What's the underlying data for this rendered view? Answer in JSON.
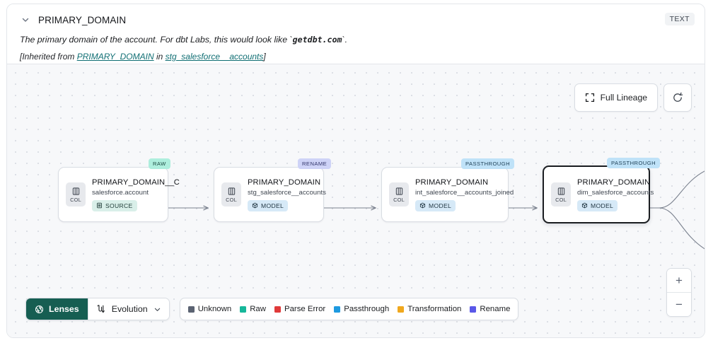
{
  "header": {
    "chevron_icon": "chevron-down-icon",
    "title": "PRIMARY_DOMAIN",
    "type_badge": "TEXT",
    "description_prefix": "The primary domain of the account. For dbt Labs, this would look like `",
    "description_code": "getdbt.com",
    "description_suffix": "`.",
    "inherited_open": "[Inherited from ",
    "inherited_link": "PRIMARY_DOMAIN",
    "inherited_mid": " in ",
    "inherited_source": "stg_salesforce__accounts",
    "inherited_close": "]"
  },
  "canvas": {
    "full_lineage_label": "Full Lineage",
    "full_lineage_icon": "expand-icon",
    "refresh_icon": "refresh-icon",
    "zoom_in_label": "+",
    "zoom_out_label": "−"
  },
  "nodes": [
    {
      "tag": "RAW",
      "tag_class": "tag-raw",
      "col_label": "COL",
      "col_icon": "column-icon",
      "title": "PRIMARY_DOMAIN__C",
      "subtitle": "salesforce.account",
      "kind": "SOURCE",
      "kind_icon": "database-icon",
      "kind_class": "kind-source",
      "selected": false
    },
    {
      "tag": "RENAME",
      "tag_class": "tag-rename",
      "col_label": "COL",
      "col_icon": "column-icon",
      "title": "PRIMARY_DOMAIN",
      "subtitle": "stg_salesforce__accounts",
      "kind": "MODEL",
      "kind_icon": "cube-icon",
      "kind_class": "kind-model",
      "selected": false
    },
    {
      "tag": "PASSTHROUGH",
      "tag_class": "tag-passthrough",
      "col_label": "COL",
      "col_icon": "column-icon",
      "title": "PRIMARY_DOMAIN",
      "subtitle": "int_salesforce__accounts_joined",
      "kind": "MODEL",
      "kind_icon": "cube-icon",
      "kind_class": "kind-model",
      "selected": false
    },
    {
      "tag": "PASSTHROUGH",
      "tag_class": "tag-passthrough",
      "col_label": "COL",
      "col_icon": "column-icon",
      "title": "PRIMARY_DOMAIN",
      "subtitle": "dim_salesforce_accounts",
      "kind": "MODEL",
      "kind_icon": "cube-icon",
      "kind_class": "kind-model",
      "selected": true
    }
  ],
  "toolbar": {
    "lenses_label": "Lenses",
    "lenses_icon": "aperture-icon",
    "evolution_label": "Evolution",
    "evolution_icon": "evolution-icon",
    "evolution_chevron": "chevron-down-icon"
  },
  "legend": [
    {
      "label": "Unknown",
      "color": "#5b6372"
    },
    {
      "label": "Raw",
      "color": "#16b79a"
    },
    {
      "label": "Parse Error",
      "color": "#e03a3a"
    },
    {
      "label": "Passthrough",
      "color": "#1e9ae0"
    },
    {
      "label": "Transformation",
      "color": "#f0a81e"
    },
    {
      "label": "Rename",
      "color": "#5a58e8"
    }
  ]
}
